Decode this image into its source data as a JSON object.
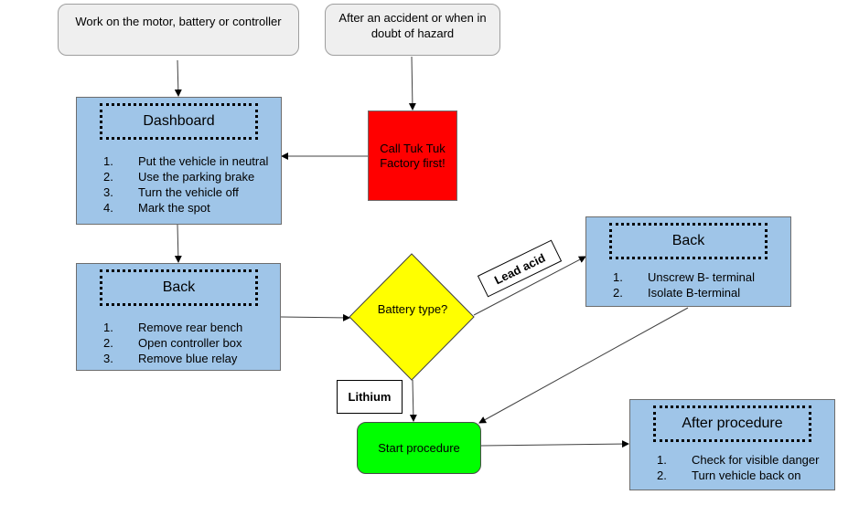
{
  "start_boxes": {
    "work": "Work on the motor, battery or controller",
    "accident": "After an accident or when in doubt of hazard"
  },
  "call_box": "Call Tuk Tuk Factory first!",
  "dashboard": {
    "title": "Dashboard",
    "items": [
      {
        "num": "1.",
        "text": "Put the vehicle in neutral"
      },
      {
        "num": "2.",
        "text": "Use the parking brake"
      },
      {
        "num": "3.",
        "text": "Turn the vehicle off"
      },
      {
        "num": "4.",
        "text": "Mark the spot"
      }
    ]
  },
  "back_left": {
    "title": "Back",
    "items": [
      {
        "num": "1.",
        "text": "Remove rear bench"
      },
      {
        "num": "2.",
        "text": "Open controller box"
      },
      {
        "num": "3.",
        "text": "Remove blue relay"
      }
    ]
  },
  "decision": "Battery type?",
  "labels": {
    "lead_acid": "Lead acid",
    "lithium": "Lithium"
  },
  "back_right": {
    "title": "Back",
    "items": [
      {
        "num": "1.",
        "text": "Unscrew B- terminal"
      },
      {
        "num": "2.",
        "text": "Isolate B-terminal"
      }
    ]
  },
  "start_procedure": "Start procedure",
  "after_procedure": {
    "title": "After procedure",
    "items": [
      {
        "num": "1.",
        "text": "Check for visible danger"
      },
      {
        "num": "2.",
        "text": "Turn vehicle back on"
      }
    ]
  },
  "colors": {
    "box_grey": "#efefef",
    "box_blue": "#9fc5e8",
    "call_red": "#ff0000",
    "decision_yellow": "#ffff00",
    "start_green": "#00ff00"
  }
}
